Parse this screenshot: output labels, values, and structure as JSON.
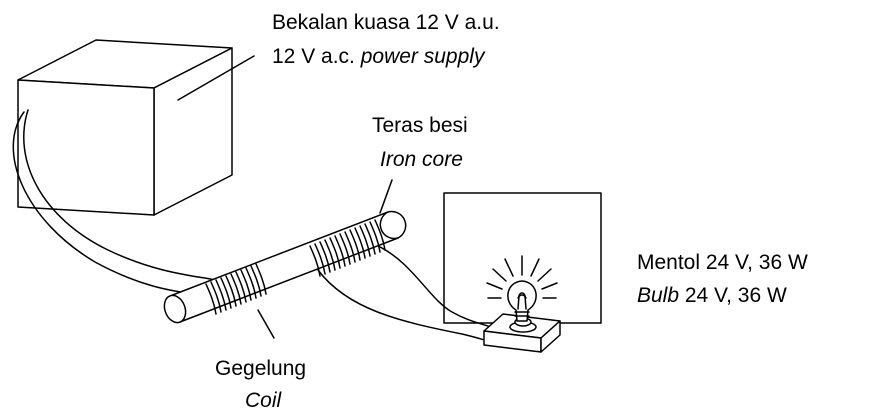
{
  "labels": {
    "power_supply_malay": "Bekalan kuasa 12 V a.u.",
    "power_supply_english_prefix": "12 V a.c. ",
    "power_supply_english_italic": "power supply",
    "iron_core_malay": "Teras besi",
    "iron_core_english": "Iron core",
    "bulb_malay": "Mentol 24 V, 36 W",
    "bulb_english_italic": "Bulb",
    "bulb_english_rest": " 24 V, 36 W",
    "coil_malay": "Gegelung",
    "coil_english": "Coil"
  }
}
